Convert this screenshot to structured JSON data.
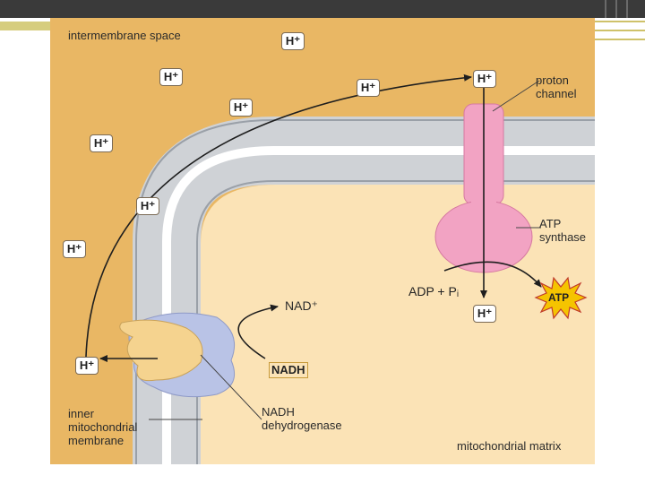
{
  "labels": {
    "intermembrane": "intermembrane space",
    "proton_channel": [
      "proton",
      "channel"
    ],
    "atp_synthase": [
      "ATP",
      "synthase"
    ],
    "adp_pi": "ADP + Pᵢ",
    "atp": "ATP",
    "nad_plus": "NAD⁺",
    "nadh": "NADH",
    "nadh_dehydrogenase": [
      "NADH",
      "dehydrogenase"
    ],
    "inner_membrane": [
      "inner",
      "mitochondrial",
      "membrane"
    ],
    "matrix": "mitochondrial matrix"
  },
  "ions": [
    "H⁺",
    "H⁺",
    "H⁺",
    "H⁺",
    "H⁺",
    "H⁺",
    "H⁺",
    "H⁺",
    "H⁺",
    "H⁺"
  ],
  "colors": {
    "intermembrane": "#e9b764",
    "matrix": "#fbe3b6",
    "synthase": "#f2a3c3",
    "dehydrogenase_tan": "#f5d38f",
    "dehydrogenase_blue": "#b9c3e6",
    "atp_burst": "#f5c400"
  }
}
